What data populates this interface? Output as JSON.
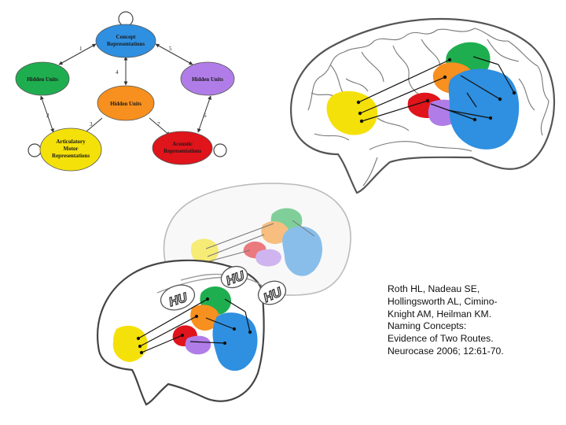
{
  "diagram": {
    "nodes": {
      "concept": [
        "Concept",
        "Representations"
      ],
      "hidden_left": [
        "Hidden Units"
      ],
      "hidden_right": [
        "Hidden Units"
      ],
      "hidden_center": [
        "Hidden Units"
      ],
      "articulatory": [
        "Articulatory",
        "Motor",
        "Representations"
      ],
      "acoustic": [
        "Acoustic",
        "Representations"
      ]
    },
    "edge_labels": [
      "1",
      "2",
      "3",
      "4",
      "5",
      "6",
      "7"
    ],
    "colors": {
      "concept": "#2f8fe0",
      "hidden_left": "#1fae4f",
      "hidden_right": "#b07de8",
      "hidden_center": "#f7901e",
      "articulatory": "#f5e10a",
      "acoustic": "#e0141b"
    }
  },
  "brain_labels": [
    "HU",
    "HU",
    "HU"
  ],
  "citation": [
    "Roth HL, Nadeau SE,",
    "Hollingsworth AL, Cimino-",
    "Knight AM, Heilman KM.",
    "Naming Concepts:",
    "Evidence of Two Routes.",
    "Neurocase 2006; 12:61-70."
  ]
}
